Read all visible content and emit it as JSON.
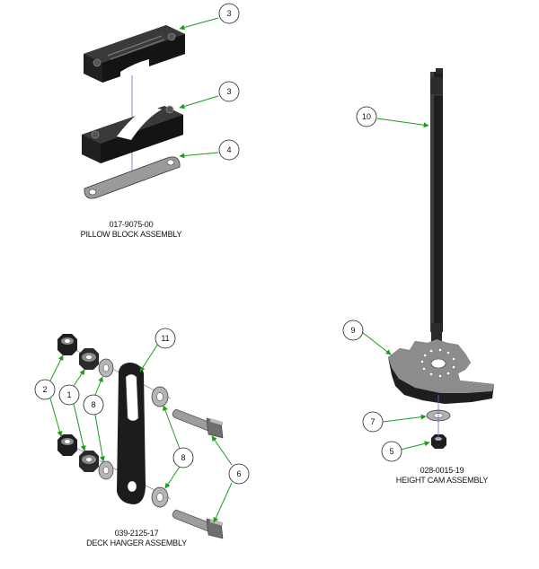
{
  "pillow_block": {
    "part_number": "017-9075-00",
    "title": "PILLOW BLOCK ASSEMBLY"
  },
  "deck_hanger": {
    "part_number": "039-2125-17",
    "title": "DECK HANGER ASSEMBLY"
  },
  "height_cam": {
    "part_number": "028-0015-19",
    "title": "HEIGHT CAM ASSEMBLY"
  },
  "callouts": {
    "pb_block_top": "3",
    "pb_block_bottom": "3",
    "pb_plate": "4",
    "hc_rod": "10",
    "hc_cam": "9",
    "hc_washer": "7",
    "hc_nut": "5",
    "dh_strap": "11",
    "dh_locknut": "2",
    "dh_flange_nut": "1",
    "dh_washer_left": "8",
    "dh_washer_right": "8",
    "dh_bolt": "6"
  },
  "colors": {
    "leader": "#1a9c1a",
    "part": "#1c1c1c",
    "plate": "#9a9a9a",
    "axis": "#6b6bd6"
  }
}
